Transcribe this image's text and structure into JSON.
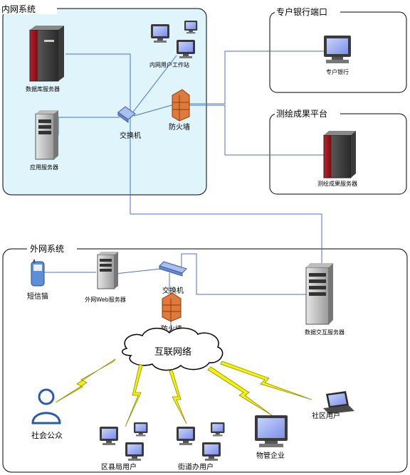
{
  "regions": {
    "intranet": "内网系统",
    "bank": "专户银行端口",
    "survey": "测绘成果平台",
    "extranet": "外网系统"
  },
  "nodes": {
    "db_server": "数据库服务器",
    "intranet_ws": "内网用户工作站",
    "app_server": "应用服务器",
    "switch_in": "交换机",
    "firewall_in": "防火墙",
    "bank": "专户银行",
    "survey_server": "测绘成果服务器",
    "sms_cat": "短信猫",
    "web_server": "外网Web服务器",
    "switch_out": "交换机",
    "firewall_out": "防火墙",
    "exchange_server": "数据交互服务器",
    "internet": "互联网络",
    "public": "社会公众",
    "county_users": "区县局用户",
    "street_users": "街道办用户",
    "property": "物管企业",
    "community": "社区用户"
  },
  "colors": {
    "intranet_fill": "#dff5fb",
    "line": "#4a72c4",
    "lightning": "#f4f400"
  }
}
